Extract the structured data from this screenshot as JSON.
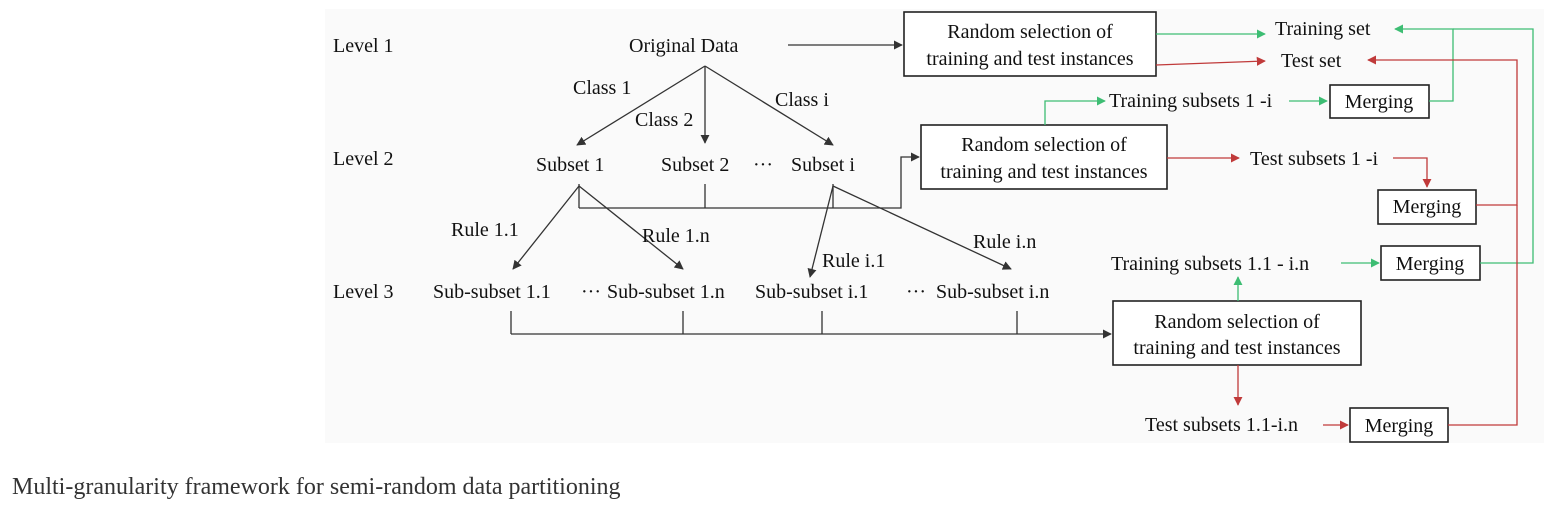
{
  "levels": {
    "level1": "Level 1",
    "level2": "Level 2",
    "level3": "Level 3"
  },
  "nodes": {
    "original": "Original Data",
    "subset1": "Subset 1",
    "subset2": "Subset 2",
    "subset_dots": "···",
    "subset_i": "Subset i",
    "subsub_1_1": "Sub-subset 1.1",
    "subsub_dots_1": "···",
    "subsub_1_n": "Sub-subset 1.n",
    "subsub_i_1": "Sub-subset i.1",
    "subsub_dots_2": "···",
    "subsub_i_n": "Sub-subset i.n"
  },
  "edges": {
    "class1": "Class 1",
    "class2": "Class 2",
    "class_i": "Class i",
    "rule_1_1": "Rule 1.1",
    "rule_1_n": "Rule 1.n",
    "rule_i_1": "Rule i.1",
    "rule_i_n": "Rule i.n"
  },
  "boxes": {
    "random1": [
      "Random selection of",
      "training and test instances"
    ],
    "random2": [
      "Random selection of",
      "training and test instances"
    ],
    "random3": [
      "Random selection of",
      "training and test instances"
    ],
    "merge_training2": "Merging",
    "merge_test2": "Merging",
    "merge_training3": "Merging",
    "merge_test3": "Merging"
  },
  "outputs": {
    "training_set": "Training set",
    "test_set": "Test set",
    "training_subsets_2": "Training subsets 1 -i",
    "test_subsets_2": "Test subsets 1 -i",
    "training_subsets_3": "Training subsets 1.1 - i.n",
    "test_subsets_3": "Test subsets 1.1-i.n"
  },
  "colors": {
    "training_flow": "#3dbd73",
    "test_flow": "#c03a3a",
    "neutral_flow": "#333333"
  },
  "caption": "Multi-granularity framework for semi-random data partitioning"
}
